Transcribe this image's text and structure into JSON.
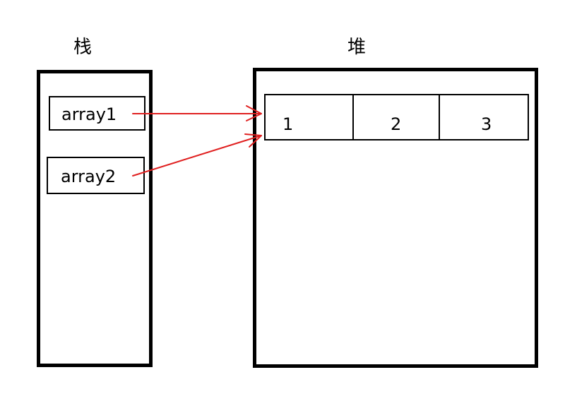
{
  "stack": {
    "title": "栈",
    "variables": [
      "array1",
      "array2"
    ]
  },
  "heap": {
    "title": "堆",
    "array_values": [
      "1",
      "2",
      "3"
    ]
  },
  "colors": {
    "border": "#000000",
    "arrow": "#e02020",
    "background": "#ffffff"
  }
}
